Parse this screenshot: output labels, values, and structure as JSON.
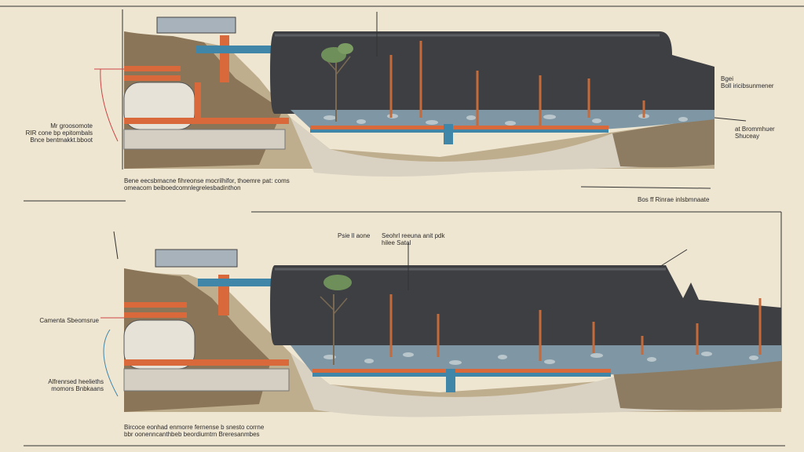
{
  "colors": {
    "paper": "#efe6d2",
    "tank": "#3d3f42",
    "soil": "#8a7558",
    "gravel": "#7f97a4",
    "pipe_orange": "#d9683a",
    "pipe_blue": "#3f86a8",
    "concrete": "#d8d4cc"
  },
  "icons": [
    "soil-layer",
    "septic-tank",
    "gravel-bed",
    "tree",
    "pipe",
    "stake",
    "distribution-box"
  ],
  "top_panel": {
    "left_label": "Mr groosomote\nRIR cone bp epitombals\nBnce bentmakkt.bboot",
    "right_label_1": "Bgei\nBoll iricibsunmener",
    "right_label_2": "at Brommhuer\nShuceay",
    "bottom_label": "Bene eecsbmacne fihreonse mocrilhifor, thoemre pat: coms\nomeacom beiboedcomnlegrelesbadinthon",
    "right_footer": "Bos ff Rinrae inlsbmnaate"
  },
  "bottom_panel": {
    "top_label": "Psie ll aone",
    "top_label_2": "Seohrl reeuna anit pdk\nhilee Satal",
    "left_label_1": "Camenta Sbeomsrue",
    "left_label_2": "Alfrenrsed heelieths\nmomors Bnbkaans",
    "bottom_label": "Bircoce eonhad enmorre fernense b snesto corrne\nbbr oonenncanthbeb beordiumtrn Breresanmbes"
  }
}
